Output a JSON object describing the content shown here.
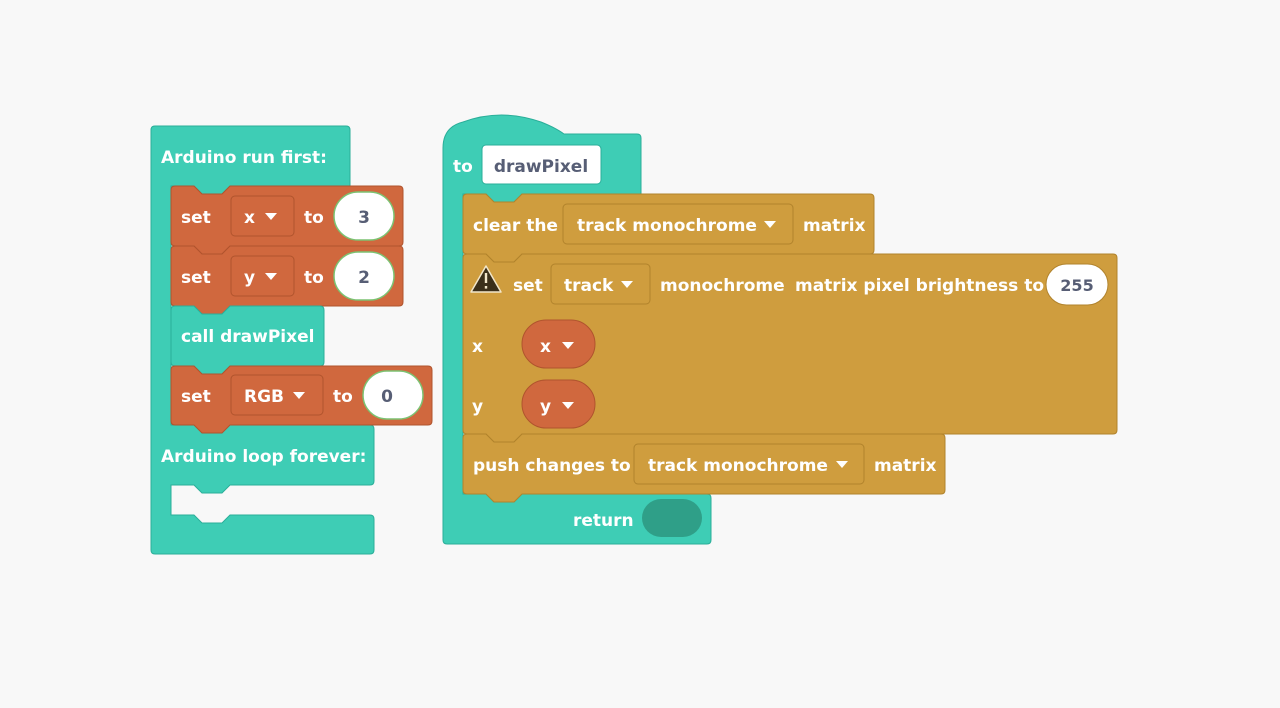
{
  "colors": {
    "control": "#3ecdb5",
    "control_border": "#2aae99",
    "variable": "#d0683e",
    "variable_border": "#b0542d",
    "matrix": "#cf9d3e",
    "matrix_border": "#b1832c",
    "return_slot": "#2f9f88",
    "background": "#f8f8f8"
  },
  "main_block": {
    "header": "Arduino run first:",
    "loop_header": "Arduino loop forever:",
    "statements": [
      {
        "keyword": "set",
        "variable": "x",
        "to": "to",
        "value": "3"
      },
      {
        "keyword": "set",
        "variable": "y",
        "to": "to",
        "value": "2"
      },
      {
        "call": "call drawPixel"
      },
      {
        "keyword": "set",
        "variable": "RGB",
        "to": "to",
        "value": "0"
      }
    ]
  },
  "function_block": {
    "to_label": "to",
    "name": "drawPixel",
    "clear": {
      "prefix": "clear the",
      "matrix": "track monochrome",
      "suffix": "matrix"
    },
    "set_pixel": {
      "warning_icon": "warning-triangle-icon",
      "set": "set",
      "target": "track",
      "label1": "monochrome",
      "label2": "matrix pixel brightness to",
      "brightness": "255",
      "x_label": "x",
      "x_value": "x",
      "y_label": "y",
      "y_value": "y"
    },
    "push": {
      "prefix": "push changes to",
      "matrix": "track monochrome",
      "suffix": "matrix"
    },
    "return_label": "return"
  }
}
